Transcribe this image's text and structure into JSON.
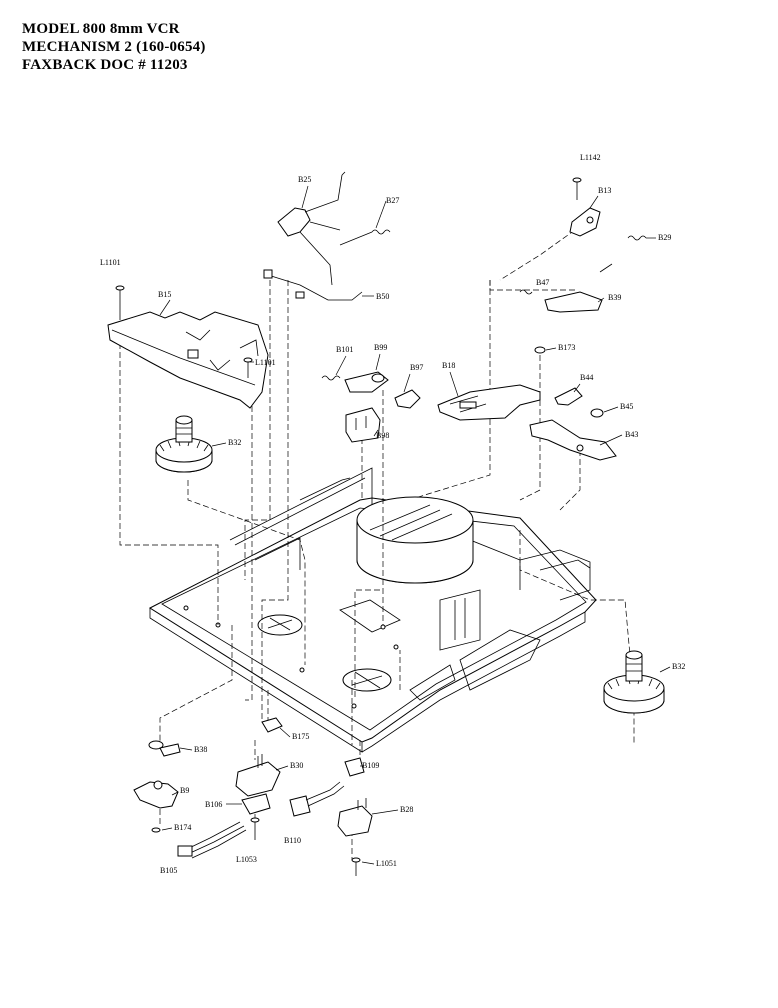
{
  "header": {
    "line1": "MODEL 800 8mm VCR",
    "line2": "MECHANISM 2  (160-0654)",
    "line3": "FAXBACK DOC # 11203"
  },
  "labels": {
    "b25": "B25",
    "b27": "B27",
    "b50": "B50",
    "l1142": "L1142",
    "b13": "B13",
    "b29": "B29",
    "b47": "B47",
    "b39": "B39",
    "l1101a": "L1101",
    "b15": "B15",
    "l1101b": "L1101",
    "b101": "B101",
    "b99": "B99",
    "b97": "B97",
    "b98": "B98",
    "b18": "B18",
    "b173": "B173",
    "b44": "B44",
    "b45": "B45",
    "b43": "B43",
    "b32a": "B32",
    "b32b": "B32",
    "b175": "B175",
    "b38": "B38",
    "b9": "B9",
    "b174": "B174",
    "b105": "B105",
    "b30": "B30",
    "b106": "B106",
    "l1053": "L1053",
    "b109": "B109",
    "b110": "B110",
    "b28": "B28",
    "l1051": "L1051"
  }
}
